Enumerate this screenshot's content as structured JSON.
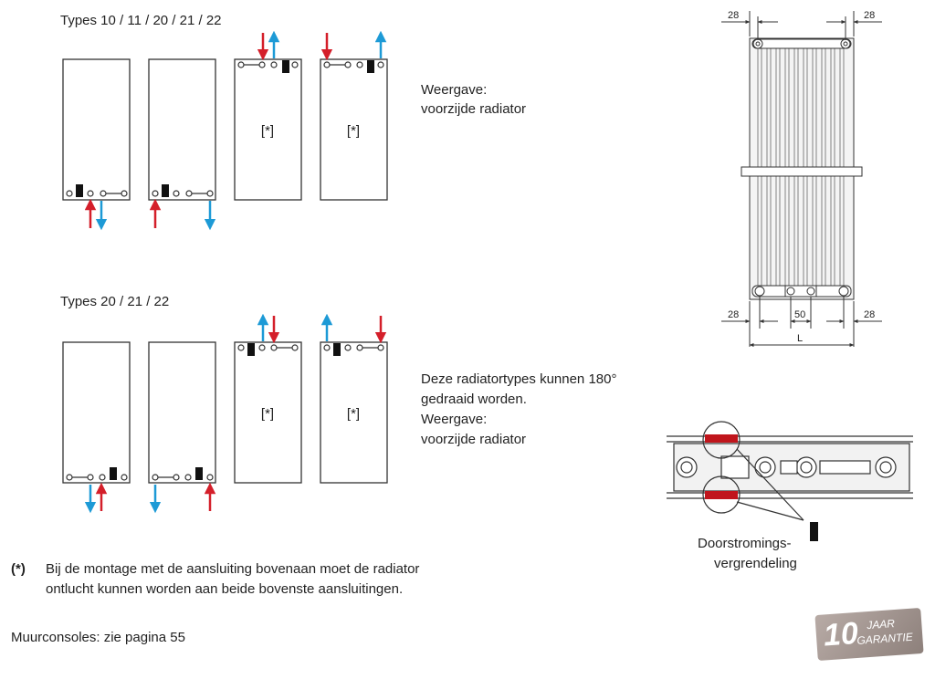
{
  "headings": {
    "top": "Types 10 / 11 / 20 / 21 / 22",
    "bottom": "Types  20 / 21 / 22"
  },
  "panel_marker": "[*]",
  "captions": {
    "top_line1": "Weergave:",
    "top_line2": "voorzijde radiator",
    "bottom_line1": "Deze radiatortypes kunnen 180°",
    "bottom_line2": "gedraaid worden.",
    "bottom_line3": "Weergave:",
    "bottom_line4": "voorzijde radiator"
  },
  "footnote": {
    "marker": "(*)",
    "line1": "Bij de montage met de aansluiting bovenaan moet de radiator",
    "line2": "ontlucht kunnen worden aan beide bovenste aansluitingen."
  },
  "wall_consoles": "Muurconsoles: zie pagina 55",
  "dimensions": {
    "top_left": "28",
    "top_right": "28",
    "bottom_left": "28",
    "bottom_mid": "50",
    "bottom_right": "28",
    "length": "L"
  },
  "flow_lock": {
    "line1": "Doorstromings-",
    "line2": "vergrendeling"
  },
  "badge": {
    "number": "10",
    "line1": "JAAR",
    "line2": "GARANTIE"
  },
  "colors": {
    "supply_arrow": "#d41f2a",
    "return_arrow": "#1d9ad6",
    "highlight": "#c0151c"
  }
}
